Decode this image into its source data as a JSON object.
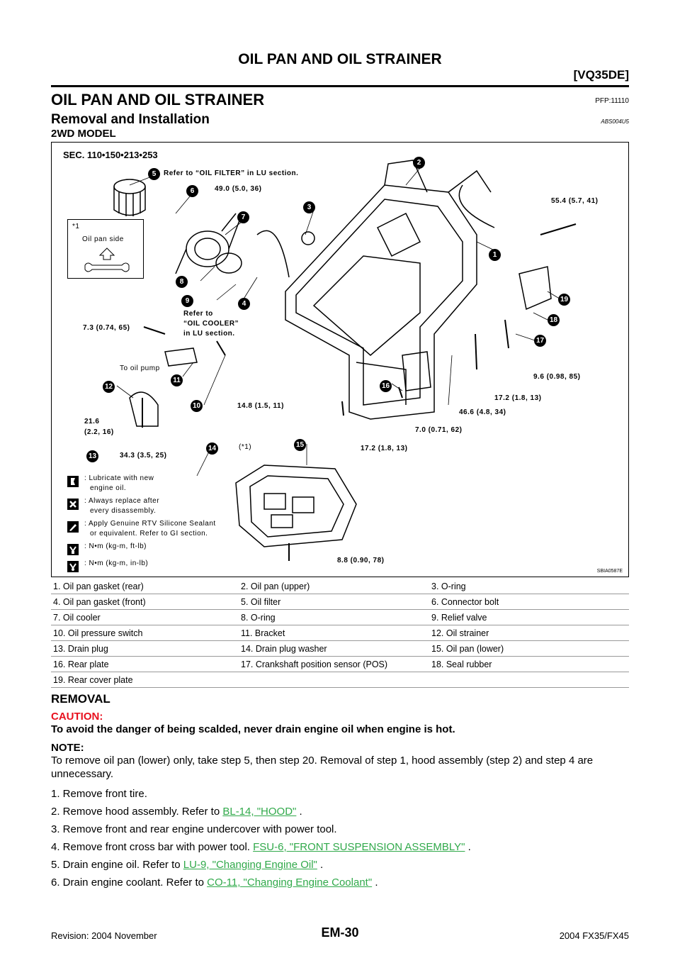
{
  "header": {
    "title": "OIL PAN AND OIL STRAINER",
    "engine_tag": "[VQ35DE]"
  },
  "section": {
    "title": "OIL PAN AND OIL STRAINER",
    "pfp": "PFP:11110"
  },
  "subsection": {
    "title": "Removal and Installation",
    "code": "ABS004U5",
    "model": "2WD MODEL"
  },
  "figure": {
    "sec": "SEC. 110•150•213•253",
    "code": "SBIA0587E",
    "inset": {
      "mark": "*1",
      "label": "Oil pan side"
    },
    "labels": {
      "c5": "Refer to “OIL FILTER” in LU section.",
      "c6": "49.0 (5.0, 36)",
      "t55": "55.4 (5.7, 41)",
      "refer_cooler_1": "Refer to",
      "refer_cooler_2": "“OIL COOLER”",
      "refer_cooler_3": "in LU section.",
      "t73": "7.3 (0.74, 65)",
      "to_pump": "To oil pump",
      "t96": "9.6 (0.98, 85)",
      "t172a": "17.2 (1.8, 13)",
      "t148": "14.8 (1.5, 11)",
      "t466": "46.6 (4.8, 34)",
      "t216a": "21.6",
      "t216b": "(2.2, 16)",
      "t70": "7.0 (0.71, 62)",
      "t343": "34.3 (3.5, 25)",
      "star1": "(*1)",
      "t172b": "17.2 (1.8, 13)",
      "t88": "8.8 (0.90, 78)"
    },
    "legend": [
      {
        "icon": "lubricate-icon",
        "line1": ": Lubricate with new",
        "line2": "engine oil."
      },
      {
        "icon": "replace-icon",
        "line1": ": Always replace after",
        "line2": "every disassembly."
      },
      {
        "icon": "sealant-icon",
        "line1": ": Apply Genuine RTV Silicone Sealant",
        "line2": "or equivalent. Refer to GI section."
      },
      {
        "icon": "torque-ftlb-icon",
        "line1": ": N•m (kg-m, ft-lb)",
        "line2": ""
      },
      {
        "icon": "torque-inlb-icon",
        "line1": ": N•m (kg-m, in-lb)",
        "line2": ""
      }
    ],
    "callouts": [
      "1",
      "2",
      "3",
      "4",
      "5",
      "6",
      "7",
      "8",
      "9",
      "10",
      "11",
      "12",
      "13",
      "14",
      "15",
      "16",
      "17",
      "18",
      "19"
    ]
  },
  "parts": [
    [
      "1.   Oil pan gasket (rear)",
      "2.   Oil pan (upper)",
      "3.   O-ring"
    ],
    [
      "4.   Oil pan gasket (front)",
      "5.   Oil filter",
      "6.   Connector bolt"
    ],
    [
      "7.   Oil cooler",
      "8.   O-ring",
      "9.   Relief valve"
    ],
    [
      "10.  Oil pressure switch",
      "11.  Bracket",
      "12.  Oil strainer"
    ],
    [
      "13.  Drain plug",
      "14.  Drain plug washer",
      "15.  Oil pan (lower)"
    ],
    [
      "16.  Rear plate",
      "17.  Crankshaft position sensor (POS)",
      "18.  Seal rubber"
    ],
    [
      "19.  Rear cover plate",
      "",
      ""
    ]
  ],
  "removal": {
    "title": "REMOVAL",
    "caution_label": "CAUTION:",
    "caution_text": "To avoid the danger of being scalded, never drain engine oil when engine is hot.",
    "note_label": "NOTE:",
    "note_text": "To remove oil pan (lower) only, take step 5, then step 20. Removal of step 1, hood assembly (step 2) and step 4 are unnecessary.",
    "steps": [
      {
        "text": "1.   Remove front tire.",
        "link": "",
        "tail": ""
      },
      {
        "text": "2.   Remove hood assembly. Refer to ",
        "link": "BL-14, \"HOOD\"",
        "tail": " ."
      },
      {
        "text": "3.   Remove front and rear engine undercover with power tool.",
        "link": "",
        "tail": ""
      },
      {
        "text": "4.   Remove front cross bar with power tool. ",
        "link": "FSU-6, \"FRONT SUSPENSION ASSEMBLY\"",
        "tail": " ."
      },
      {
        "text": "5.   Drain engine oil. Refer to ",
        "link": "LU-9, \"Changing Engine Oil\"",
        "tail": " ."
      },
      {
        "text": "6.   Drain engine coolant. Refer to ",
        "link": "CO-11, \"Changing Engine Coolant\"",
        "tail": " ."
      }
    ]
  },
  "footer": {
    "revision": "Revision: 2004 November",
    "page": "EM-30",
    "model": "2004 FX35/FX45"
  }
}
